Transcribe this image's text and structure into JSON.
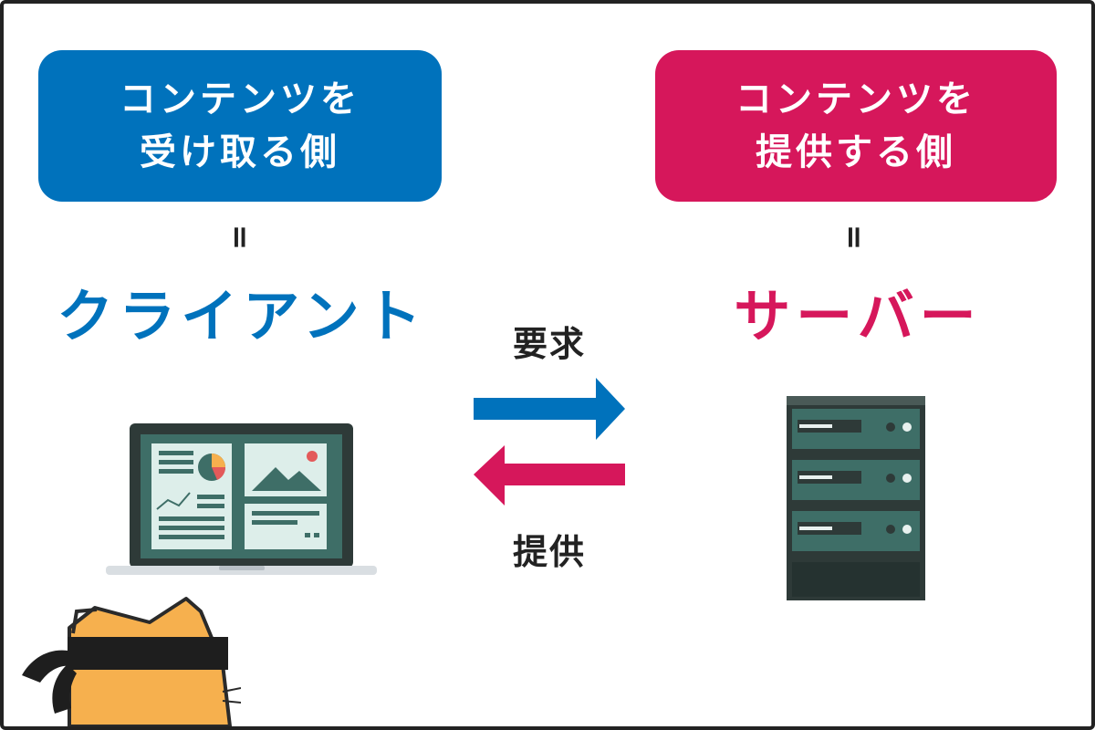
{
  "client": {
    "box_lines": [
      "コンテンツを",
      "受け取る側"
    ],
    "equals": "=",
    "name": "クライアント"
  },
  "server": {
    "box_lines": [
      "コンテンツを",
      "提供する側"
    ],
    "equals": "=",
    "name": "サーバー"
  },
  "flows": {
    "request_label": "要求",
    "provide_label": "提供"
  },
  "colors": {
    "client": "#0072BC",
    "server": "#D6175B",
    "device_dark": "#2E3A38",
    "screen": "#3E6E67",
    "cat": "#F6B04E"
  },
  "icons": [
    "laptop-icon",
    "server-rack-icon",
    "cat-mascot-icon"
  ]
}
